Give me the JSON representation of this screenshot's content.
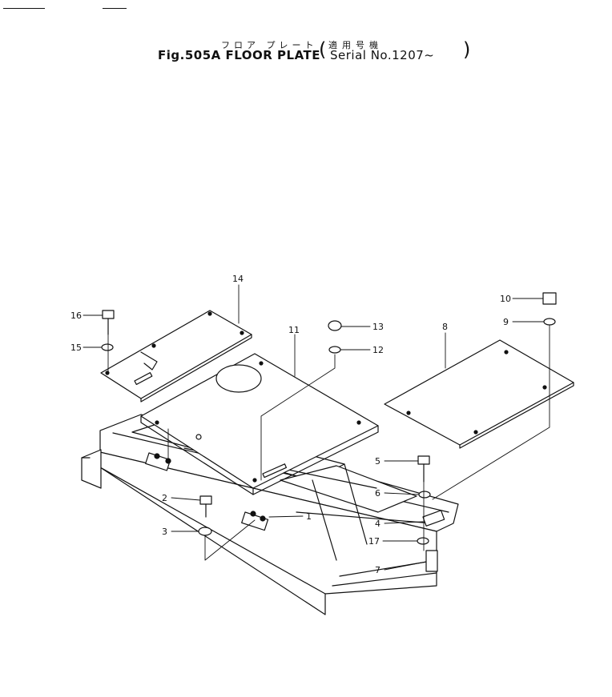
{
  "header": {
    "title_jp": "フロア プレート",
    "figure_title": "Fig.505A FLOOR PLATE",
    "serial_jp": "適用号機",
    "serial": "Serial No.1207~"
  },
  "parts": [
    {
      "no": "1",
      "name": "bracket"
    },
    {
      "no": "2",
      "name": "bolt"
    },
    {
      "no": "3",
      "name": "washer"
    },
    {
      "no": "4",
      "name": "bracket"
    },
    {
      "no": "5",
      "name": "bolt"
    },
    {
      "no": "6",
      "name": "washer"
    },
    {
      "no": "7",
      "name": "bolt"
    },
    {
      "no": "8",
      "name": "plate"
    },
    {
      "no": "9",
      "name": "washer"
    },
    {
      "no": "10",
      "name": "bolt"
    },
    {
      "no": "11",
      "name": "plate"
    },
    {
      "no": "12",
      "name": "washer"
    },
    {
      "no": "13",
      "name": "bolt"
    },
    {
      "no": "14",
      "name": "plate"
    },
    {
      "no": "15",
      "name": "washer"
    },
    {
      "no": "16",
      "name": "bolt"
    },
    {
      "no": "17",
      "name": "washer"
    }
  ]
}
